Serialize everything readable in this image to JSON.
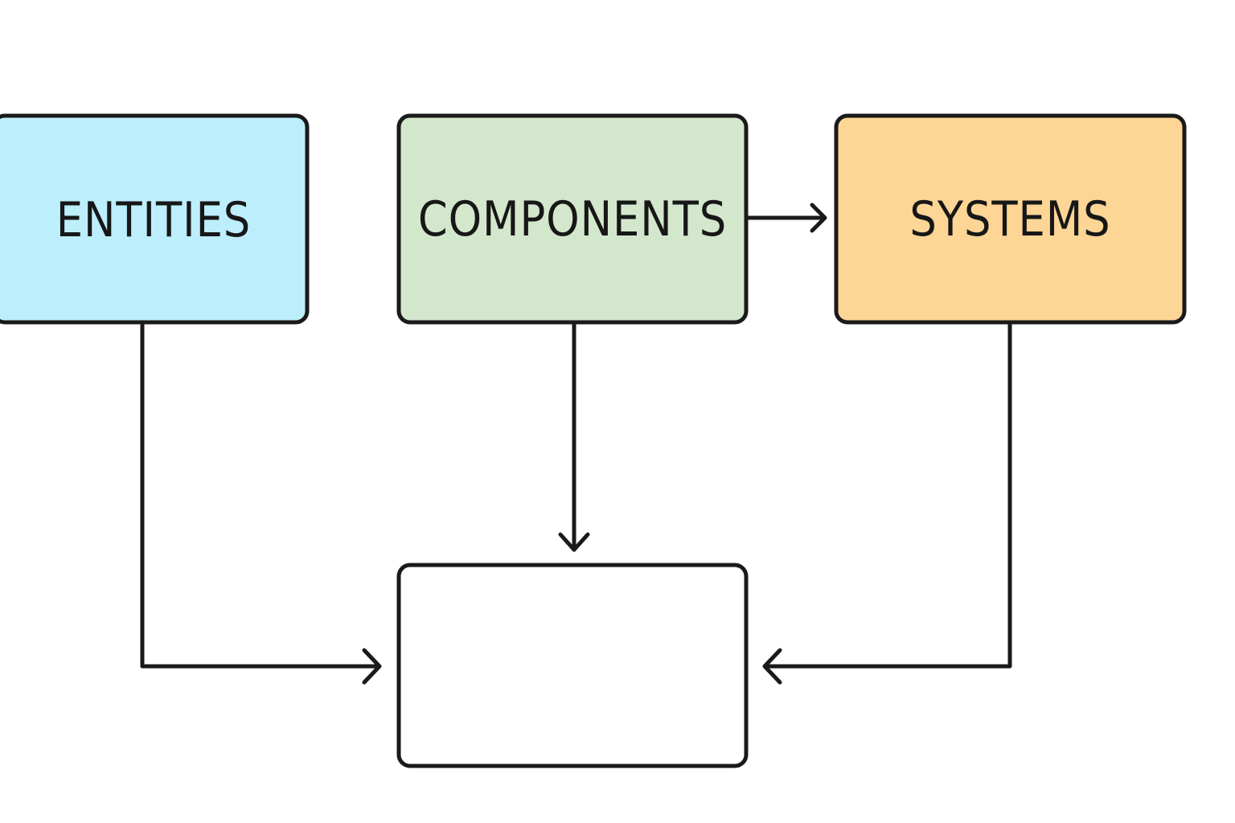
{
  "diagram": {
    "nodes": [
      {
        "id": "entities",
        "label": "ENTITIES",
        "fill": "#bdeefb"
      },
      {
        "id": "components",
        "label": "COMPONENTS",
        "fill": "#d3e7cc"
      },
      {
        "id": "systems",
        "label": "SYSTEMS",
        "fill": "#fdd595"
      },
      {
        "id": "target",
        "label": "",
        "fill": "#ffffff"
      }
    ],
    "edges": [
      {
        "from": "components",
        "to": "systems"
      },
      {
        "from": "components",
        "to": "target"
      },
      {
        "from": "entities",
        "to": "target"
      },
      {
        "from": "systems",
        "to": "target"
      }
    ],
    "colors": {
      "stroke": "#1a1a1a",
      "background": "#ffffff"
    }
  }
}
